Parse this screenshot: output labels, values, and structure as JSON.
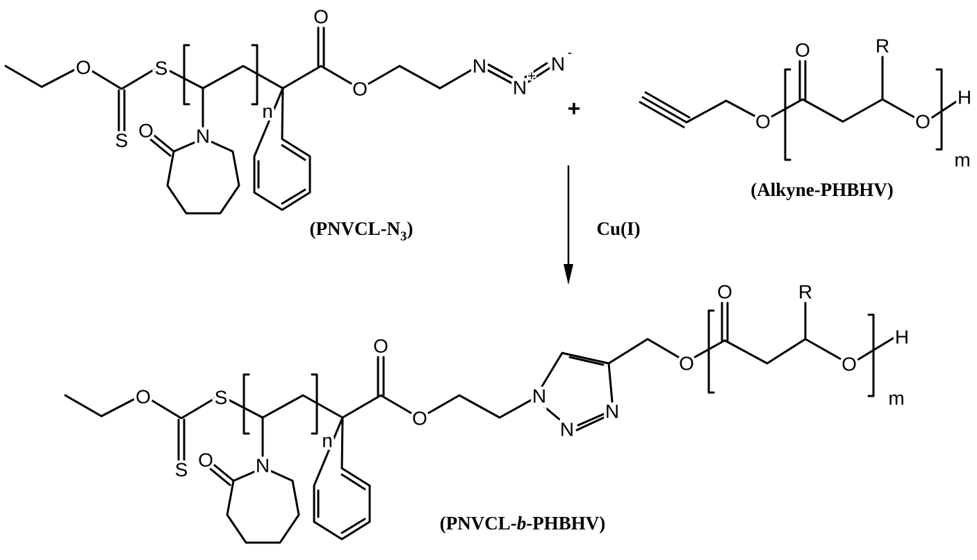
{
  "atoms": {
    "O": "O",
    "S": "S",
    "N": "N",
    "R": "R",
    "H": "H",
    "n": "n",
    "m": "m",
    "plus_charge": "+",
    "minus_charge": "-"
  },
  "reaction": {
    "plus": "+",
    "catalyst": "Cu(I)"
  },
  "labels": {
    "reactant1_pre": "(PNVCL-N",
    "reactant1_sub": "3",
    "reactant1_post": ")",
    "reactant2": "(Alkyne-PHBHV)",
    "product_pre": "(PNVCL-",
    "product_italic": "b",
    "product_post": "-PHBHV)"
  }
}
